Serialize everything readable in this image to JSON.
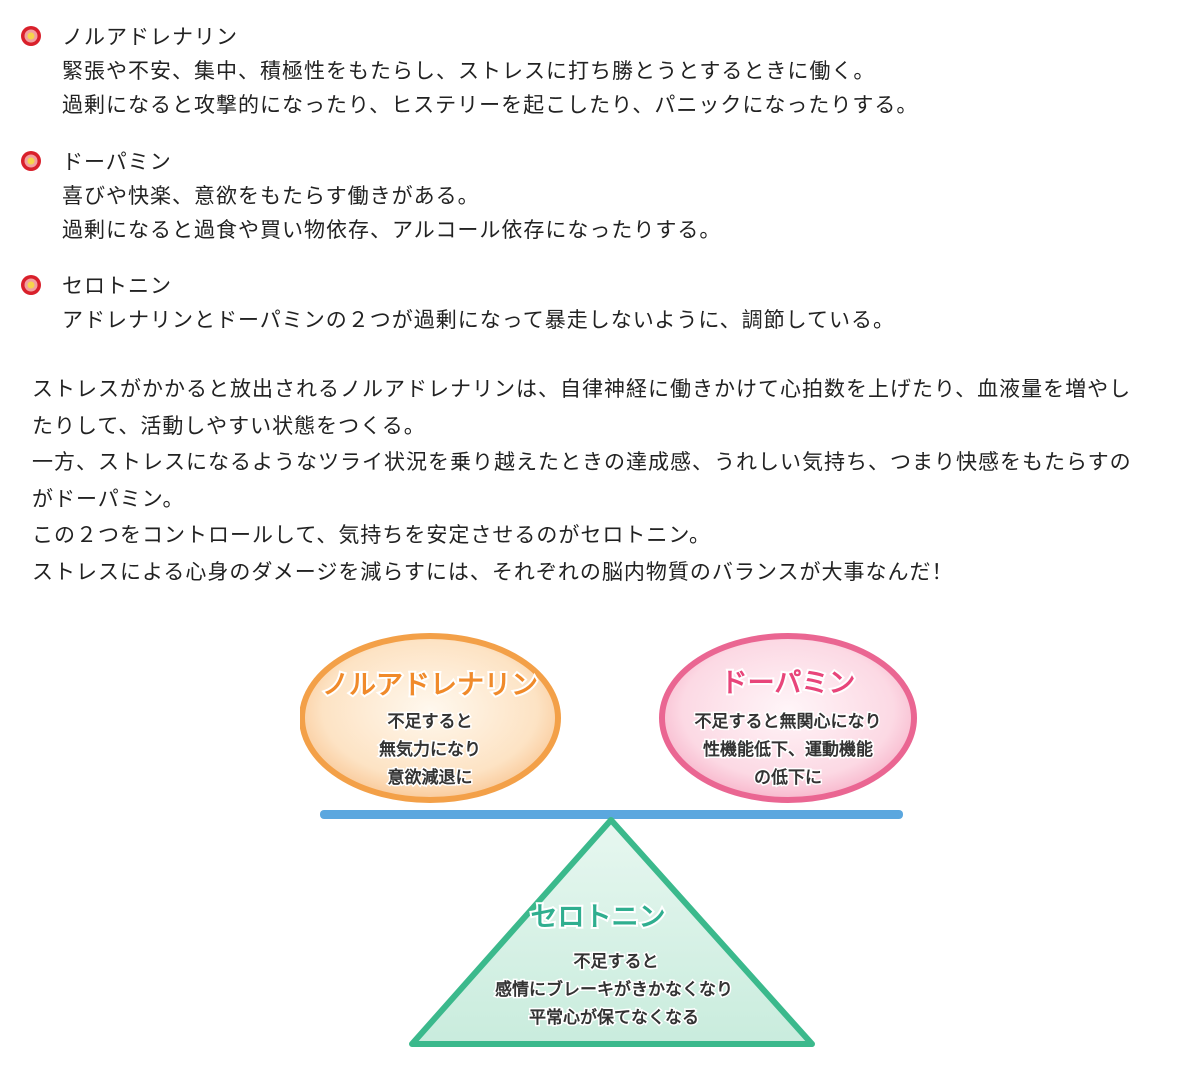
{
  "items": [
    {
      "title": "ノルアドレナリン",
      "lines": [
        "緊張や不安、集中、積極性をもたらし、ストレスに打ち勝とうとするときに働く。",
        "過剰になると攻撃的になったり、ヒステリーを起こしたり、パニックになったりする。"
      ]
    },
    {
      "title": "ドーパミン",
      "lines": [
        "喜びや快楽、意欲をもたらす働きがある。",
        "過剰になると過食や買い物依存、アルコール依存になったりする。"
      ]
    },
    {
      "title": "セロトニン",
      "lines": [
        "アドレナリンとドーパミンの２つが過剰になって暴走しないように、調節している。"
      ]
    }
  ],
  "paragraph": [
    "ストレスがかかると放出されるノルアドレナリンは、自律神経に働きかけて心拍数を上げたり、血液量を増やし",
    "たりして、活動しやすい状態をつくる。",
    "一方、ストレスになるようなツライ状況を乗り越えたときの達成感、うれしい気持ち、つまり快感をもたらすの",
    "がドーパミン。",
    "この２つをコントロールして、気持ちを安定させるのがセロトニン。",
    "ストレスによる心身のダメージを減らすには、それぞれの脳内物質のバランスが大事なんだ！"
  ],
  "diagram": {
    "left": {
      "title": "ノルアドレナリン",
      "lines": [
        "不足すると",
        "無気力になり",
        "意欲減退に"
      ]
    },
    "right": {
      "title": "ドーパミン",
      "lines": [
        "不足すると無関心になり",
        "性機能低下、運動機能",
        "の低下に"
      ]
    },
    "bottom": {
      "title": "セロトニン",
      "lines": [
        "不足すると",
        "感情にブレーキがきかなくなり",
        "平常心が保てなくなる"
      ]
    }
  },
  "colors": {
    "bullet_red": "#d9202b",
    "orange": "#f08a2a",
    "pink": "#e8457a",
    "teal": "#3bb98c",
    "beam_blue": "#5ba7df"
  }
}
